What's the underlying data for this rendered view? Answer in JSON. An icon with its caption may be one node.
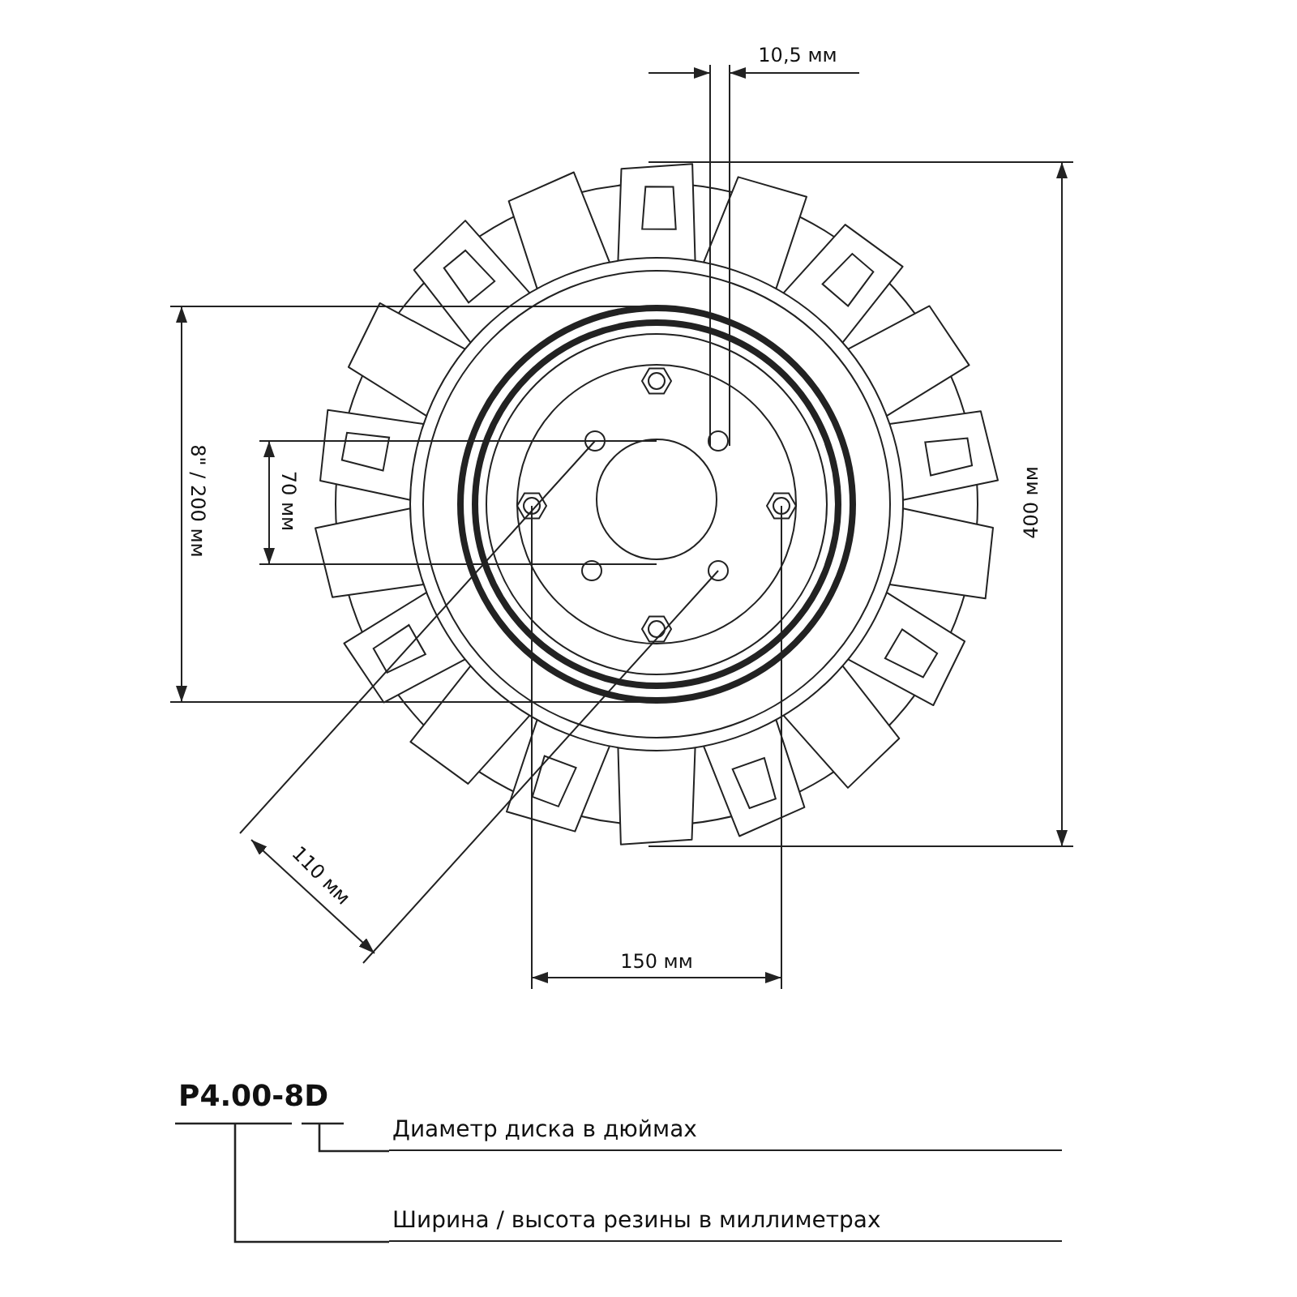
{
  "diagram": {
    "nodes": [
      {
        "text": [
          "P4.00-8D"
        ]
      },
      {
        "text": [
          "Диаметр диска в дюймах"
        ]
      },
      {
        "text": [
          "Ширина / высота резины в миллиметрах"
        ]
      }
    ],
    "edges": [
      {
        "from": 0,
        "to": 1,
        "arrow": "none"
      },
      {
        "from": 0,
        "to": 2,
        "arrow": "none"
      }
    ],
    "labels": [
      "10,5 мм",
      "8\" / 200 мм",
      "70 мм",
      "400 мм",
      "110 мм",
      "150 мм"
    ]
  }
}
